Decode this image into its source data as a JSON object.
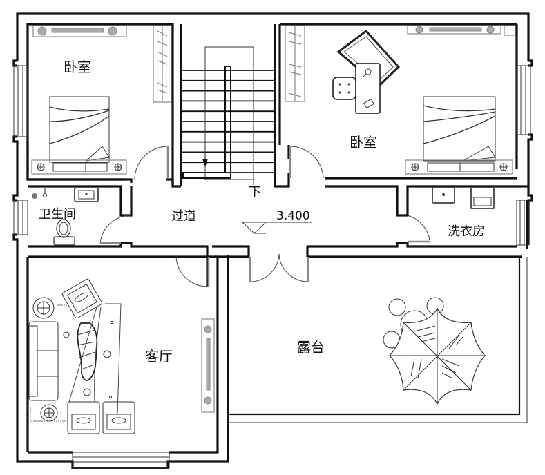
{
  "plan": {
    "rooms": {
      "bedroom_left": "卧室",
      "bedroom_right": "卧室",
      "bathroom": "卫生间",
      "corridor": "过道",
      "laundry": "洗衣房",
      "living_room": "客厅",
      "terrace": "露台"
    },
    "stair_direction": "下",
    "elevation": "3.400"
  }
}
